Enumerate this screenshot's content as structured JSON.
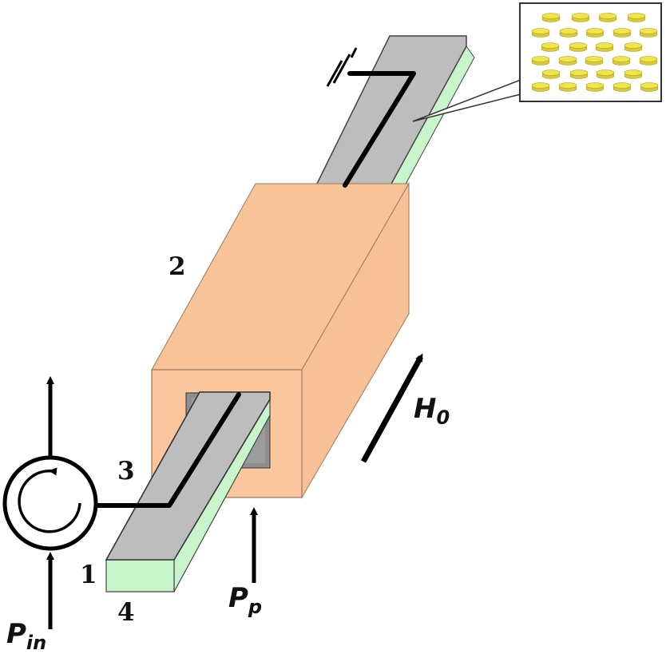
{
  "labels": {
    "n1": "1",
    "n2": "2",
    "n3": "3",
    "n4": "4",
    "field_main": "H",
    "field_sub": "0",
    "pump_main": "P",
    "pump_sub": "p",
    "input_main": "P",
    "input_sub": "in"
  },
  "colors": {
    "strip_top": "#bdbdbd",
    "strip_side": "#c9f5cd",
    "magnet_front": "#fbc69e",
    "magnet_top": "#f9c399",
    "magnet_side": "#f7c096",
    "particles": "#f0e54a",
    "line": "#000000"
  }
}
